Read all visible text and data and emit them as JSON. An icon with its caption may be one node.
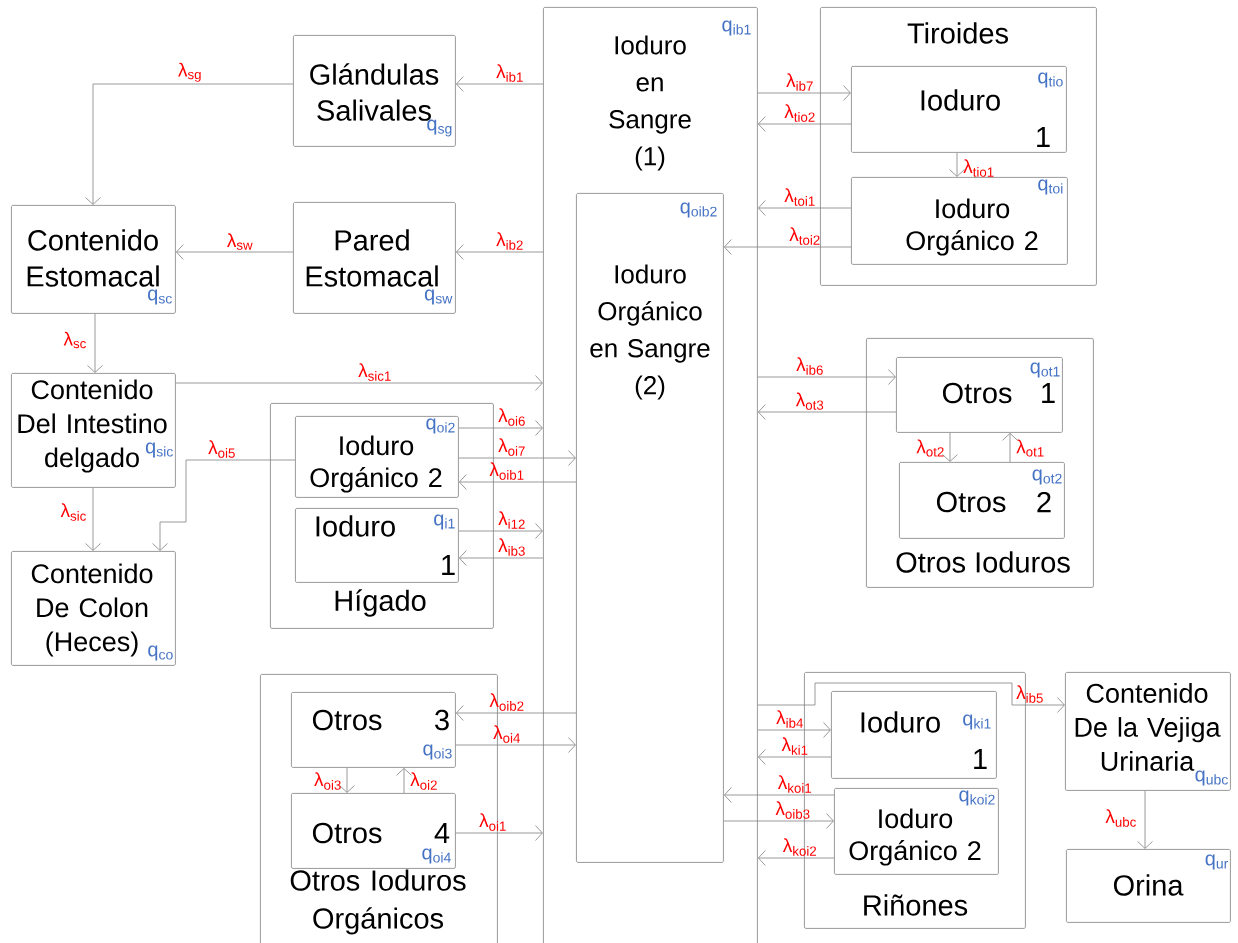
{
  "diagram": {
    "nodes": [
      {
        "text": [
          "q$_{ib1}$",
          "Ioduro en Sangre (1)"
        ]
      },
      {
        "text": [
          "q$_{oib2}$",
          "Ioduro Orgánico en Sangre (2)"
        ],
        "in": 0
      },
      {
        "text": [
          "Glándulas Salivales",
          "q$_{sg}$"
        ]
      },
      {
        "text": [
          "Contenido Estomacal",
          "q$_{sc}$"
        ]
      },
      {
        "text": [
          "Pared Estomacal",
          "q$_{sw}$"
        ]
      },
      {
        "text": [
          "Contenido Del Intestino delgado",
          "q$_{sic}$"
        ]
      },
      {
        "text": [
          "Hígado"
        ]
      },
      {
        "text": [
          "q$_{oi2}$",
          "Ioduro Orgánico 2"
        ],
        "in": 6
      },
      {
        "text": [
          "Ioduro",
          "q$_{i1}$",
          "1"
        ],
        "in": 6
      },
      {
        "text": [
          "Contenido De Colon (Heces)",
          "q$_{co}$"
        ]
      },
      {
        "text": [
          "Otros Ioduros Orgánicos"
        ]
      },
      {
        "text": [
          "Otros",
          "3",
          "q$_{oi3}$"
        ],
        "in": 10
      },
      {
        "text": [
          "Otros",
          "4",
          "q$_{oi4}$"
        ],
        "in": 10
      },
      {
        "text": [
          "Tiroides"
        ]
      },
      {
        "text": [
          "q$_{tio}$",
          "Ioduro",
          "1"
        ],
        "in": 13
      },
      {
        "text": [
          "q$_{toi}$",
          "Ioduro Orgánico 2"
        ],
        "in": 13
      },
      {
        "text": [
          "Otros Ioduros"
        ]
      },
      {
        "text": [
          "q$_{ot1}$",
          "Otros",
          "1"
        ],
        "in": 16
      },
      {
        "text": [
          "q$_{ot2}$",
          "Otros",
          "2"
        ],
        "in": 16
      },
      {
        "text": [
          "Riñones"
        ]
      },
      {
        "text": [
          "Ioduro",
          "q$_{ki1}$",
          "1"
        ],
        "in": 19
      },
      {
        "text": [
          "q$_{koi2}$",
          "Ioduro Orgánico 2"
        ],
        "in": 19
      },
      {
        "text": [
          "Contenido De la Vejiga Urinaria",
          "q$_{ubc}$"
        ]
      },
      {
        "text": [
          "Orina",
          "q$_{ur}$"
        ]
      }
    ],
    "edges": [
      {
        "from": 0,
        "to": 2,
        "arrow": "to",
        "label": "λ$_{ib1}$"
      },
      {
        "from": 2,
        "to": 3,
        "arrow": "to",
        "label": "λ$_{sg}$"
      },
      {
        "from": 0,
        "to": 4,
        "arrow": "to",
        "label": "λ$_{ib2}$"
      },
      {
        "from": 4,
        "to": 3,
        "arrow": "to",
        "label": "λ$_{sw}$"
      },
      {
        "from": 3,
        "to": 5,
        "arrow": "to",
        "label": "λ$_{sc}$"
      },
      {
        "from": 5,
        "to": 0,
        "arrow": "to",
        "label": "λ$_{sic1}$"
      },
      {
        "from": 5,
        "to": 9,
        "arrow": "to",
        "label": "λ$_{sic}$"
      },
      {
        "from": 7,
        "to": 9,
        "arrow": "to",
        "label": "λ$_{oi5}$"
      },
      {
        "from": 7,
        "to": 0,
        "arrow": "to",
        "label": "λ$_{oi6}$"
      },
      {
        "from": 7,
        "to": 1,
        "arrow": "to",
        "label": "λ$_{oi7}$"
      },
      {
        "from": 1,
        "to": 7,
        "arrow": "to",
        "label": "λ$_{oib1}$"
      },
      {
        "from": 8,
        "to": 0,
        "arrow": "to",
        "label": "λ$_{i12}$"
      },
      {
        "from": 0,
        "to": 8,
        "arrow": "to",
        "label": "λ$_{ib3}$"
      },
      {
        "from": 1,
        "to": 11,
        "arrow": "to",
        "label": "λ$_{oib2}$"
      },
      {
        "from": 11,
        "to": 1,
        "arrow": "to",
        "label": "λ$_{oi4}$"
      },
      {
        "from": 11,
        "to": 12,
        "arrow": "to",
        "label": "λ$_{oi3}$"
      },
      {
        "from": 12,
        "to": 11,
        "arrow": "to",
        "label": "λ$_{oi2}$"
      },
      {
        "from": 12,
        "to": 0,
        "arrow": "to",
        "label": "λ$_{oi1}$"
      },
      {
        "from": 0,
        "to": 14,
        "arrow": "to",
        "label": "λ$_{ib7}$"
      },
      {
        "from": 14,
        "to": 0,
        "arrow": "to",
        "label": "λ$_{tio2}$"
      },
      {
        "from": 14,
        "to": 15,
        "arrow": "to",
        "label": "λ$_{tio1}$"
      },
      {
        "from": 15,
        "to": 0,
        "arrow": "to",
        "label": "λ$_{toi1}$"
      },
      {
        "from": 15,
        "to": 1,
        "arrow": "to",
        "label": "λ$_{toi2}$"
      },
      {
        "from": 0,
        "to": 17,
        "arrow": "to",
        "label": "λ$_{ib6}$"
      },
      {
        "from": 17,
        "to": 0,
        "arrow": "to",
        "label": "λ$_{ot3}$"
      },
      {
        "from": 17,
        "to": 18,
        "arrow": "to",
        "label": "λ$_{ot2}$"
      },
      {
        "from": 18,
        "to": 17,
        "arrow": "to",
        "label": "λ$_{ot1}$"
      },
      {
        "from": 0,
        "to": 20,
        "arrow": "to",
        "label": "λ$_{ib4}$"
      },
      {
        "from": 0,
        "to": 22,
        "arrow": "to",
        "label": "λ$_{ib5}$"
      },
      {
        "from": 20,
        "to": 0,
        "arrow": "to",
        "label": "λ$_{ki1}$"
      },
      {
        "from": 21,
        "to": 1,
        "arrow": "to",
        "label": "λ$_{koi1}$"
      },
      {
        "from": 1,
        "to": 21,
        "arrow": "to",
        "label": "λ$_{oib3}$"
      },
      {
        "from": 21,
        "to": 0,
        "arrow": "to",
        "label": "λ$_{koi2}$"
      },
      {
        "from": 22,
        "to": 23,
        "arrow": "to",
        "label": "λ$_{ubc}$"
      }
    ]
  }
}
